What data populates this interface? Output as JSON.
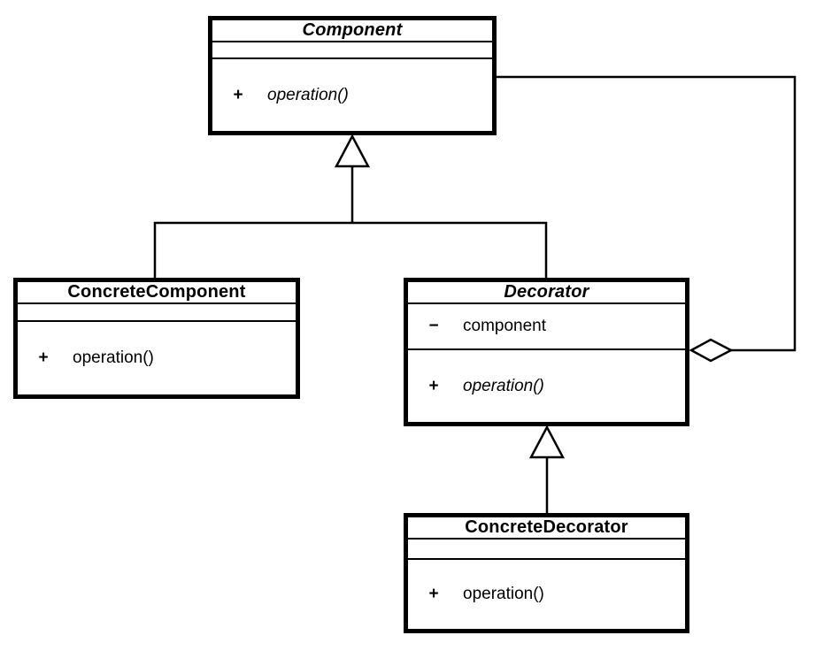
{
  "diagram": {
    "kind": "uml-class-diagram",
    "colors": {
      "line": "#000000",
      "box_fill": "#ffffff",
      "background": "#ffffff"
    },
    "classes": [
      {
        "name": "Component",
        "abstract": true,
        "attributes": [],
        "operations": [
          {
            "visibility": "+",
            "signature": "operation()",
            "abstract": true
          }
        ]
      },
      {
        "name": "ConcreteComponent",
        "abstract": false,
        "attributes": [],
        "operations": [
          {
            "visibility": "+",
            "signature": "operation()",
            "abstract": false
          }
        ]
      },
      {
        "name": "Decorator",
        "abstract": true,
        "attributes": [
          {
            "visibility": "−",
            "name": "component"
          }
        ],
        "operations": [
          {
            "visibility": "+",
            "signature": "operation()",
            "abstract": true
          }
        ]
      },
      {
        "name": "ConcreteDecorator",
        "abstract": false,
        "attributes": [],
        "operations": [
          {
            "visibility": "+",
            "signature": "operation()",
            "abstract": false
          }
        ]
      }
    ],
    "relationships": [
      {
        "type": "generalization",
        "from": "ConcreteComponent",
        "to": "Component",
        "marker": "hollow-triangle"
      },
      {
        "type": "generalization",
        "from": "Decorator",
        "to": "Component",
        "marker": "hollow-triangle"
      },
      {
        "type": "generalization",
        "from": "ConcreteDecorator",
        "to": "Decorator",
        "marker": "hollow-triangle"
      },
      {
        "type": "aggregation",
        "whole": "Decorator",
        "part": "Component",
        "marker": "hollow-diamond"
      }
    ]
  }
}
